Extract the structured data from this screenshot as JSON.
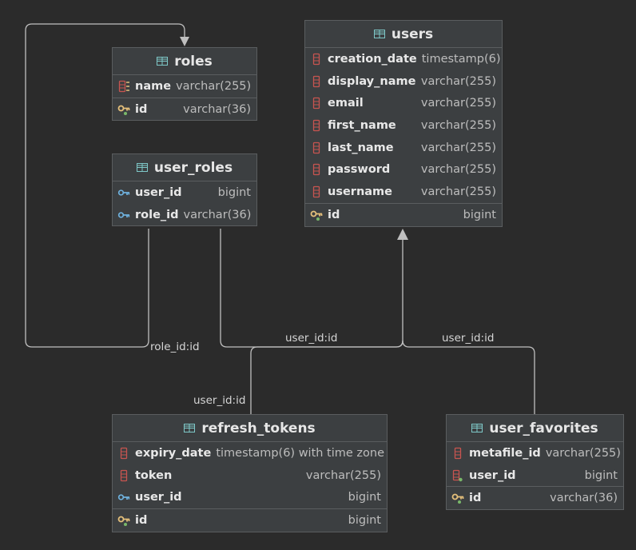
{
  "tables": [
    {
      "name": "roles",
      "columns": [
        {
          "name": "name",
          "type": "varchar(255)",
          "icon": "index-column-icon"
        },
        {
          "name": "id",
          "type": "varchar(36)",
          "icon": "primary-key-icon",
          "sep": true
        }
      ]
    },
    {
      "name": "user_roles",
      "columns": [
        {
          "name": "user_id",
          "type": "bigint",
          "icon": "foreign-key-icon"
        },
        {
          "name": "role_id",
          "type": "varchar(36)",
          "icon": "foreign-key-icon"
        }
      ]
    },
    {
      "name": "users",
      "columns": [
        {
          "name": "creation_date",
          "type": "timestamp(6)",
          "icon": "column-icon"
        },
        {
          "name": "display_name",
          "type": "varchar(255)",
          "icon": "column-icon"
        },
        {
          "name": "email",
          "type": "varchar(255)",
          "icon": "column-icon"
        },
        {
          "name": "first_name",
          "type": "varchar(255)",
          "icon": "column-icon"
        },
        {
          "name": "last_name",
          "type": "varchar(255)",
          "icon": "column-icon"
        },
        {
          "name": "password",
          "type": "varchar(255)",
          "icon": "column-icon"
        },
        {
          "name": "username",
          "type": "varchar(255)",
          "icon": "column-icon"
        },
        {
          "name": "id",
          "type": "bigint",
          "icon": "primary-key-icon",
          "sep": true
        }
      ]
    },
    {
      "name": "refresh_tokens",
      "columns": [
        {
          "name": "expiry_date",
          "type": "timestamp(6) with time zone",
          "icon": "column-icon"
        },
        {
          "name": "token",
          "type": "varchar(255)",
          "icon": "column-icon"
        },
        {
          "name": "user_id",
          "type": "bigint",
          "icon": "foreign-key-icon"
        },
        {
          "name": "id",
          "type": "bigint",
          "icon": "primary-key-icon",
          "sep": true
        }
      ]
    },
    {
      "name": "user_favorites",
      "columns": [
        {
          "name": "metafile_id",
          "type": "varchar(255)",
          "icon": "column-icon"
        },
        {
          "name": "user_id",
          "type": "bigint",
          "icon": "indexed-column-icon"
        },
        {
          "name": "id",
          "type": "varchar(36)",
          "icon": "primary-key-icon",
          "sep": true
        }
      ]
    }
  ],
  "edge_labels": [
    "role_id:id",
    "user_id:id",
    "user_id:id",
    "user_id:id"
  ],
  "colors": {
    "background": "#2b2b2b",
    "table_bg": "#3c3f41",
    "border": "#5a5d5f",
    "edge": "#bfbfbf",
    "table_icon": "#7ec8c8",
    "column_icon": "#c75450",
    "key_gold": "#e5c07b",
    "fk_blue": "#6fb3e0"
  }
}
